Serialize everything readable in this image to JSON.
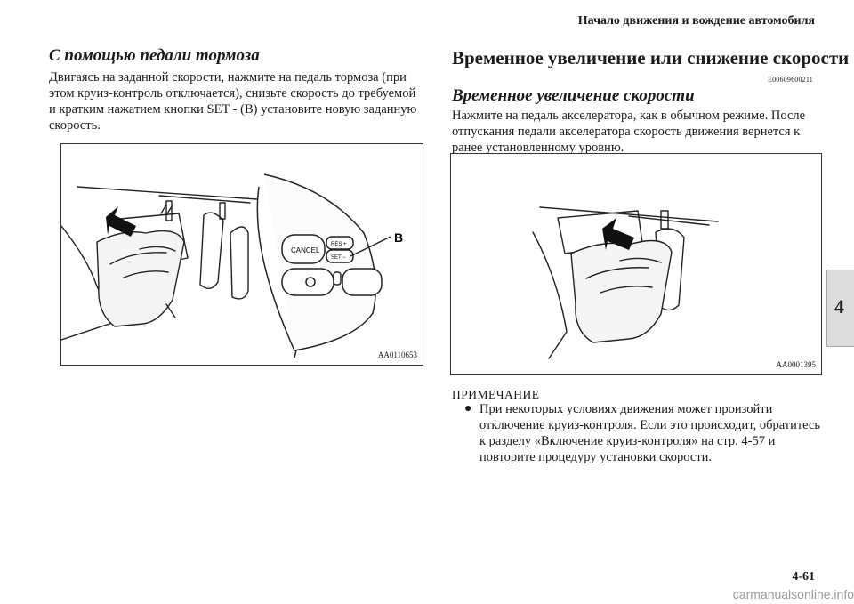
{
  "header": {
    "title": "Начало движения и вождение автомобиля"
  },
  "left": {
    "title": "С помощью педали тормоза",
    "body": "Двигаясь на заданной скорости, нажмите на педаль тормоза (при этом круиз-контроль отключается), снизьте скорость до требуемой и кратким нажатием кнопки SET - (B) установите новую заданную скорость.",
    "figure": {
      "code": "AA0110653",
      "labels": {
        "cancel": "CANCEL",
        "res": "RES +",
        "set": "SET −",
        "b": "B"
      }
    }
  },
  "right": {
    "heading": "Временное увеличение или снижение скорости",
    "code": "E00609600211",
    "title": "Временное увеличение скорости",
    "body": "Нажмите на педаль акселератора, как в обычном режиме. После отпускания педали акселератора скорость движения вернется к ранее установленному уровню.",
    "figure": {
      "code": "AA0001395"
    },
    "note": {
      "heading": "ПРИМЕЧАНИЕ",
      "bullet": "●",
      "text": "При некоторых условиях движения может произойти отключение круиз-контроля. Если это происходит, обратитесь к разделу «Включение круиз-контроля» на стр. 4-57 и повторите процедуру установки скорости."
    }
  },
  "tab": {
    "label": "4"
  },
  "footer": {
    "page": "4-61",
    "watermark": "carmanualsonline.info"
  }
}
